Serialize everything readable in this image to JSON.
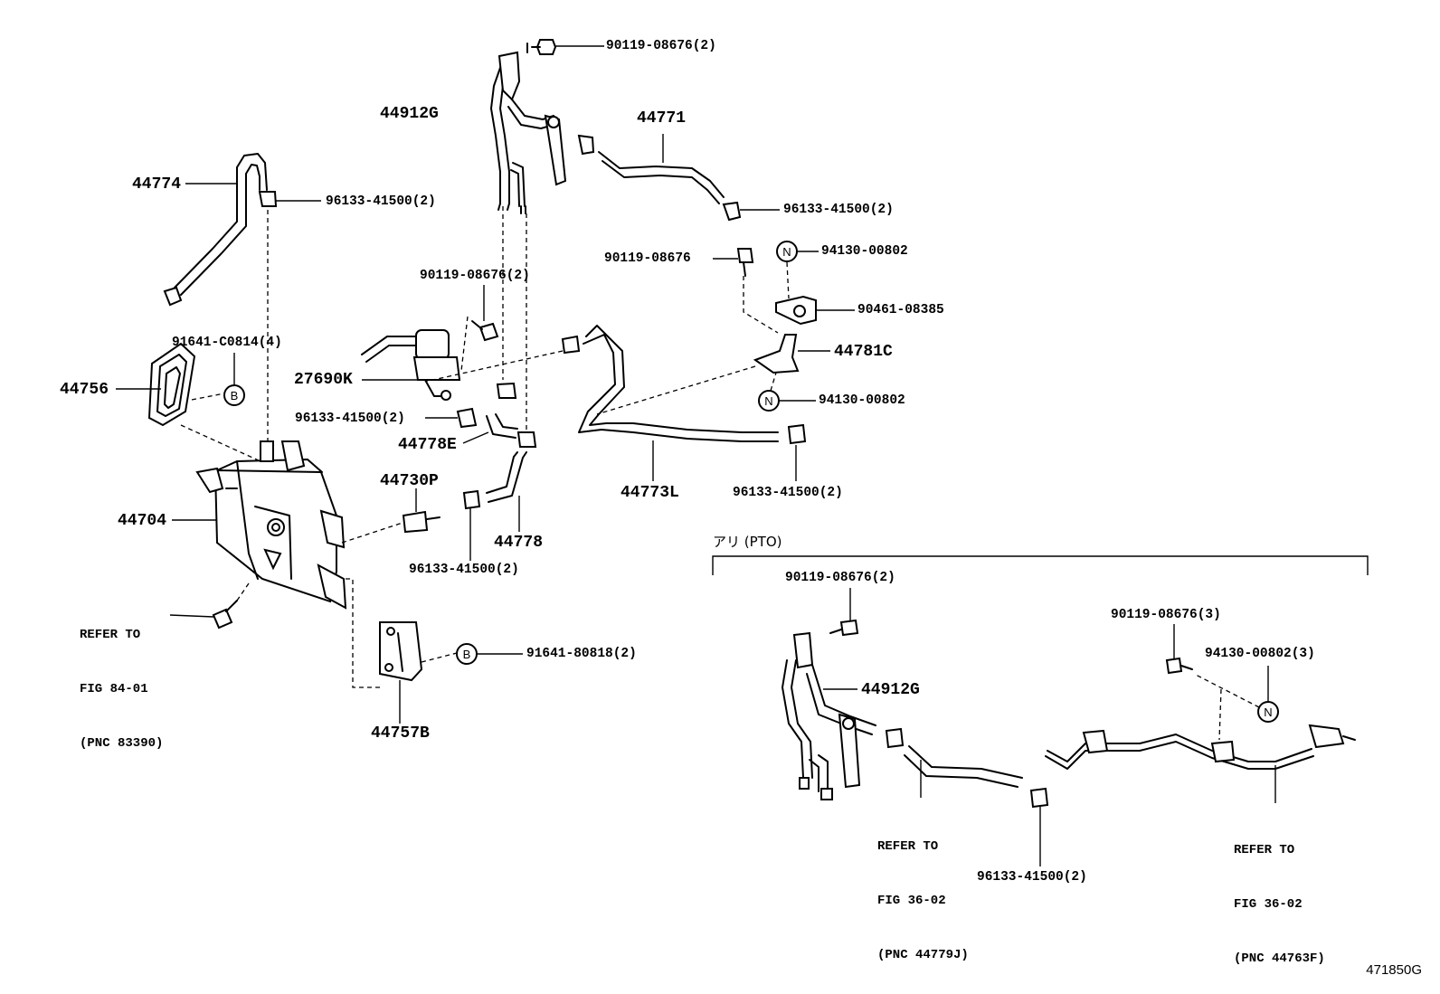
{
  "diagram": {
    "figure_number": "471850G",
    "markers": {
      "b": "B",
      "n": "N"
    },
    "labels": {
      "p90119_08676_2_top": "90119-08676(2)",
      "p44912g_top": "44912G",
      "p44771": "44771",
      "p44774": "44774",
      "p96133_41500_2_a": "96133-41500(2)",
      "p96133_41500_2_b": "96133-41500(2)",
      "p90119_08676": "90119-08676",
      "p94130_00802_a": "94130-00802",
      "p90119_08676_2_mid": "90119-08676(2)",
      "p90461_08385": "90461-08385",
      "p91641_c0814_4": "91641-C0814(4)",
      "p44781c": "44781C",
      "p44756": "44756",
      "p27690k": "27690K",
      "p94130_00802_b": "94130-00802",
      "p96133_41500_2_c": "96133-41500(2)",
      "p44778e": "44778E",
      "p44773l": "44773L",
      "p96133_41500_2_d": "96133-41500(2)",
      "p44730p": "44730P",
      "p44704": "44704",
      "p44778": "44778",
      "p96133_41500_2_e": "96133-41500(2)",
      "p91641_80818_2": "91641-80818(2)",
      "p44757b": "44757B",
      "pto_header": "アリ (PTO)",
      "p90119_08676_2_pto": "90119-08676(2)",
      "p90119_08676_3_pto": "90119-08676(3)",
      "p94130_00802_3_pto": "94130-00802(3)",
      "p44912g_pto": "44912G",
      "p96133_41500_2_pto": "96133-41500(2)"
    },
    "notes": {
      "refer_84_01": [
        "REFER TO",
        "FIG 84-01",
        "(PNC 83390)"
      ],
      "refer_36_02_a": [
        "REFER TO",
        "FIG 36-02",
        "(PNC 44779J)"
      ],
      "refer_36_02_b": [
        "REFER TO",
        "FIG 36-02",
        "(PNC 44763F)"
      ]
    }
  }
}
